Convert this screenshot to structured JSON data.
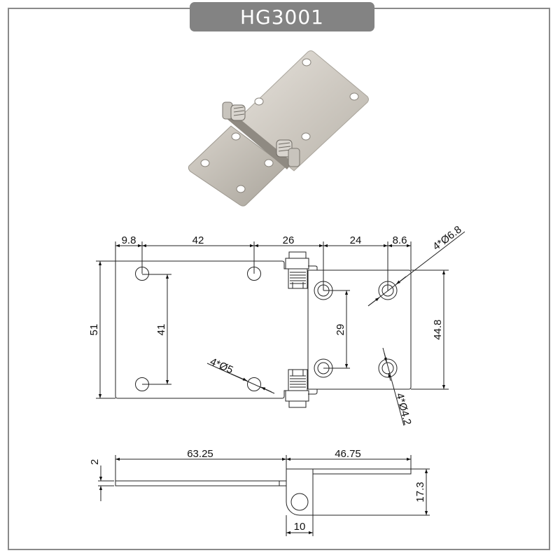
{
  "title": "HG3001",
  "photo": {
    "alt": "Stainless steel lift-off hinge with two spring knuckles"
  },
  "top_view": {
    "dimensions": {
      "left_edge_to_hole": "9.8",
      "left_hole_spacing": "42",
      "hinge_span": "26",
      "right_hole_spacing": "24",
      "right_hole_to_edge": "8.6",
      "left_plate_height": "51",
      "left_hole_vertical_spacing": "41",
      "right_hole_vertical_spacing": "29",
      "right_plate_height": "44.8"
    },
    "callouts": {
      "left_holes": "4*Ø5",
      "right_counterbore_outer": "4*Ø6.8",
      "right_counterbore_inner": "4*Ø4.2"
    }
  },
  "side_view": {
    "dimensions": {
      "thickness": "2",
      "left_length": "63.25",
      "right_length": "46.75",
      "knuckle_height": "17.3",
      "knuckle_width": "10"
    }
  },
  "colors": {
    "frame": "#8a8a8a",
    "title_bg": "#838383",
    "line": "#222222"
  }
}
